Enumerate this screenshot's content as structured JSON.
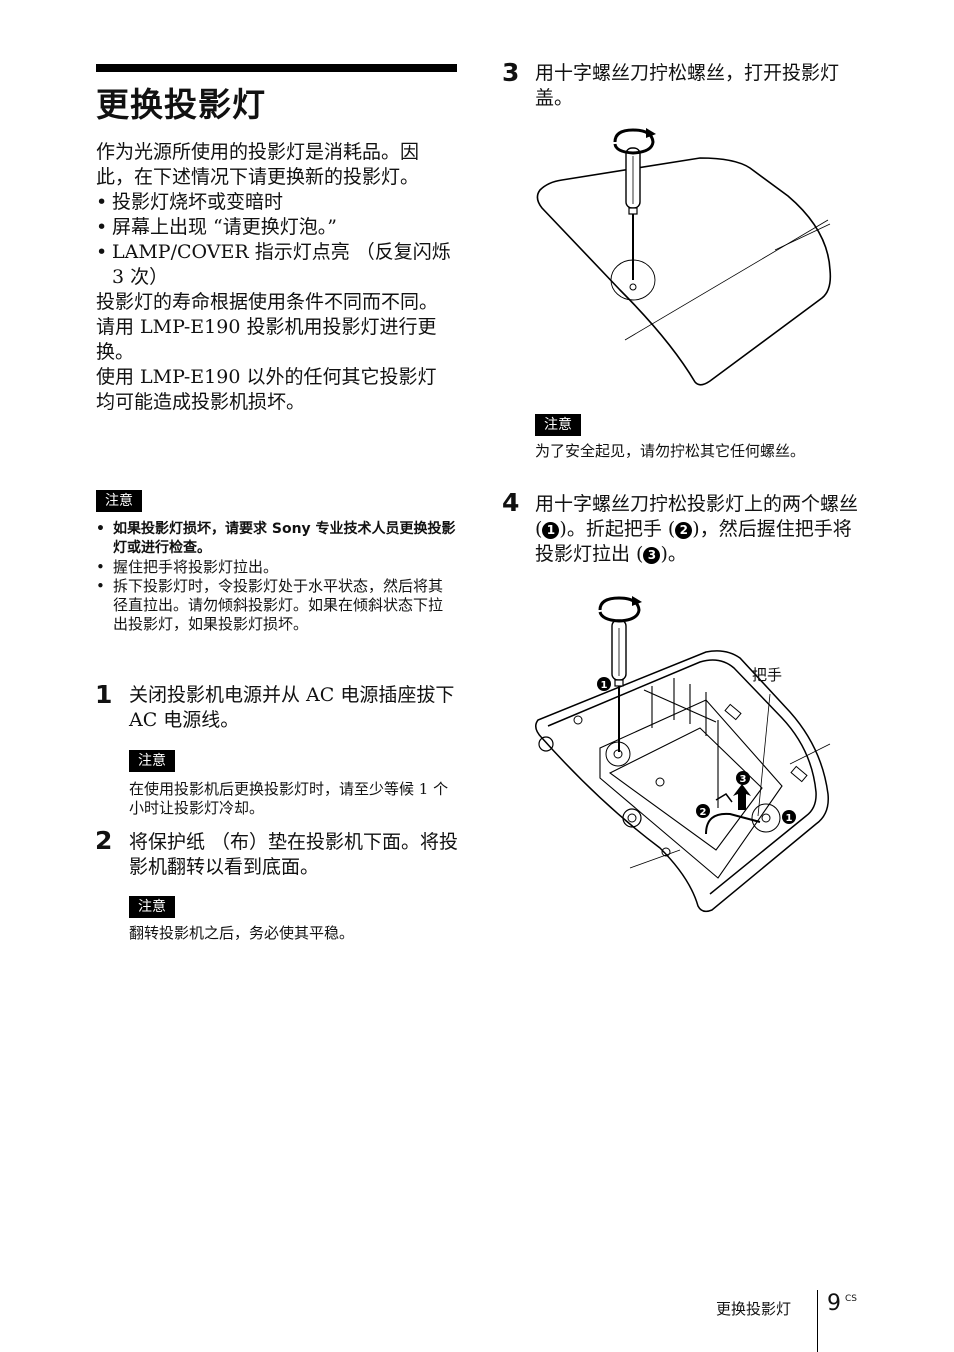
{
  "title": "更换投影灯",
  "intro": {
    "p1": "作为光源所使用的投影灯是消耗品。因此，在下述情况下请更换新的投影灯。",
    "bullets": [
      "投影灯烧坏或变暗时",
      "屏幕上出现 “请更换灯泡。”",
      "LAMP/COVER 指示灯点亮 （反复闪烁 3 次）"
    ],
    "p2": "投影灯的寿命根据使用条件不同而不同。",
    "p3": "请用 LMP-E190 投影机用投影灯进行更换。",
    "p4": "使用 LMP-E190 以外的任何其它投影灯均可能造成投影机损坏。"
  },
  "note_label": "注意",
  "caution_main": [
    "如果投影灯损坏，请要求 Sony 专业技术人员更换投影灯或进行检查。",
    "握住把手将投影灯拉出。",
    "拆下投影灯时，令投影灯处于水平状态，然后将其径直拉出。请勿倾斜投影灯。如果在倾斜状态下拉出投影灯，如果投影灯损坏。"
  ],
  "steps": [
    {
      "num": "1",
      "text": "关闭投影机电源并从 AC 电源插座拔下 AC 电源线。",
      "note": "在使用投影机后更换投影灯时，请至少等候 1 个小时让投影灯冷却。"
    },
    {
      "num": "2",
      "text": "将保护纸 （布）垫在投影机下面。将投影机翻转以看到底面。",
      "note": "翻转投影机之后，务必使其平稳。"
    },
    {
      "num": "3",
      "text": "用十字螺丝刀拧松螺丝，打开投影灯盖。",
      "note": "为了安全起见，请勿拧松其它任何螺丝。"
    },
    {
      "num": "4",
      "text_a": "用十字螺丝刀拧松投影灯上的两个螺丝 (",
      "mark1": "1",
      "text_b": ")。折起把手 (",
      "mark2": "2",
      "text_c": ")，然后握住把手将投影灯拉出 (",
      "mark3": "3",
      "text_d": ")。"
    }
  ],
  "figure2_label": "把手",
  "footer": {
    "section": "更换投影灯",
    "page": "9",
    "sup": "CS"
  }
}
